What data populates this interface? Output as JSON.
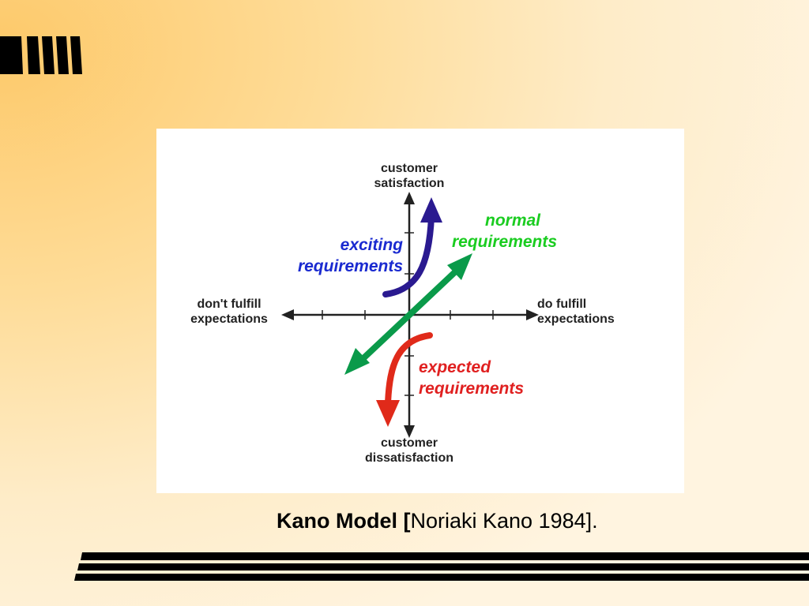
{
  "diagram": {
    "axis_labels": {
      "top_line1": "customer",
      "top_line2": "satisfaction",
      "bottom_line1": "customer",
      "bottom_line2": "dissatisfaction",
      "left_line1": "don't fulfill",
      "left_line2": "expectations",
      "right_line1": "do fulfill",
      "right_line2": "expectations"
    },
    "requirements": {
      "exciting_line1": "exciting",
      "exciting_line2": "requirements",
      "normal_line1": "normal",
      "normal_line2": "requirements",
      "expected_line1": "expected",
      "expected_line2": "requirements"
    },
    "colors": {
      "exciting": "#2a1a90",
      "normal": "#0a9a4a",
      "expected": "#e02a1a",
      "exciting_text": "#1a2ad0",
      "normal_text": "#1acc20",
      "expected_text": "#e02020",
      "axis": "#222222"
    }
  },
  "caption": {
    "bold": "Kano Model [",
    "regular": "Noriaki Kano 1984]."
  }
}
